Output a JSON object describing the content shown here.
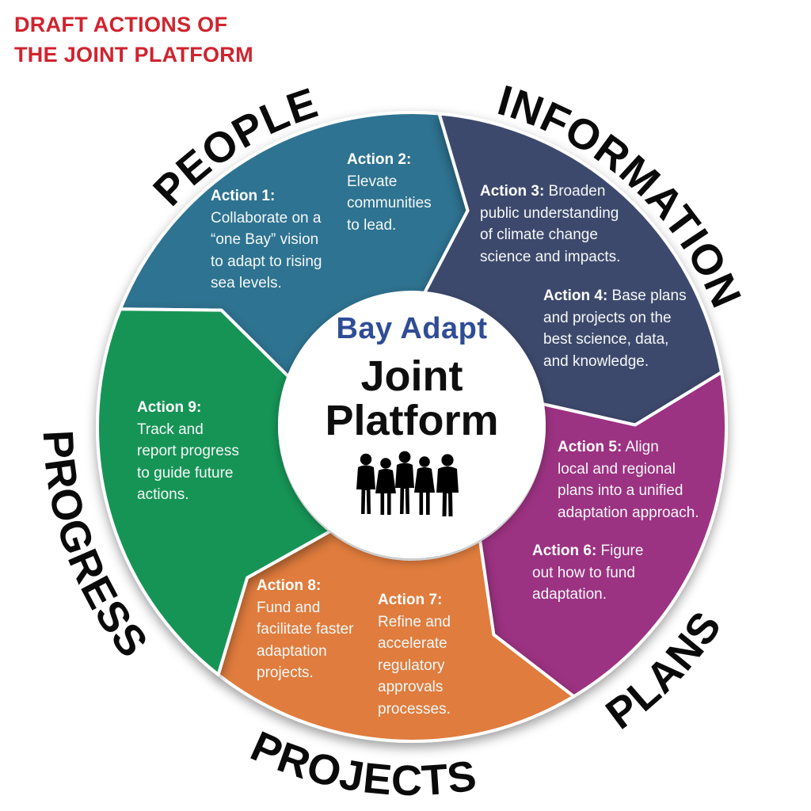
{
  "title": {
    "line1": "DRAFT ACTIONS OF",
    "line2": "THE JOINT PLATFORM",
    "color": "#d0232e"
  },
  "center": {
    "brand": "Bay Adapt",
    "brand_color": "#2f4d96",
    "title_line1": "Joint",
    "title_line2": "Platform",
    "icon": "people-group-icon"
  },
  "segments": [
    {
      "id": "people",
      "label": "PEOPLE",
      "color": "#2d7391"
    },
    {
      "id": "information",
      "label": "INFORMATION",
      "color": "#3e4a6c"
    },
    {
      "id": "plans",
      "label": "PLANS",
      "color": "#9c3182"
    },
    {
      "id": "projects",
      "label": "PROJECTS",
      "color": "#e07c3c"
    },
    {
      "id": "progress",
      "label": "PROGRESS",
      "color": "#129457"
    }
  ],
  "actions": [
    {
      "id": "a1",
      "segment": "people",
      "label": "Action 1:",
      "inline": false,
      "lines": [
        "Collaborate on a",
        "“one Bay” vision",
        "to adapt to rising",
        "sea levels."
      ]
    },
    {
      "id": "a2",
      "segment": "people",
      "label": "Action 2:",
      "inline": false,
      "lines": [
        "Elevate",
        "communities",
        "to lead."
      ]
    },
    {
      "id": "a3",
      "segment": "information",
      "label": "Action 3:",
      "inline": true,
      "lines": [
        "Broaden",
        "public understanding",
        "of climate change",
        "science and impacts."
      ]
    },
    {
      "id": "a4",
      "segment": "information",
      "label": "Action 4:",
      "inline": true,
      "lines": [
        "Base plans",
        "and projects on the",
        "best science, data,",
        "and knowledge."
      ]
    },
    {
      "id": "a5",
      "segment": "plans",
      "label": "Action 5:",
      "inline": true,
      "lines": [
        "Align",
        "local and regional",
        "plans into a unified",
        "adaptation approach."
      ]
    },
    {
      "id": "a6",
      "segment": "plans",
      "label": "Action 6:",
      "inline": true,
      "lines": [
        "Figure",
        "out how to fund",
        "adaptation."
      ]
    },
    {
      "id": "a7",
      "segment": "projects",
      "label": "Action 7:",
      "inline": false,
      "lines": [
        "Refine and",
        "accelerate",
        "regulatory",
        "approvals",
        "processes."
      ]
    },
    {
      "id": "a8",
      "segment": "projects",
      "label": "Action 8:",
      "inline": false,
      "lines": [
        "Fund and",
        "facilitate faster",
        "adaptation",
        "projects."
      ]
    },
    {
      "id": "a9",
      "segment": "progress",
      "label": "Action 9:",
      "inline": false,
      "lines": [
        "Track and",
        "report progress",
        "to guide future",
        "actions."
      ]
    }
  ]
}
